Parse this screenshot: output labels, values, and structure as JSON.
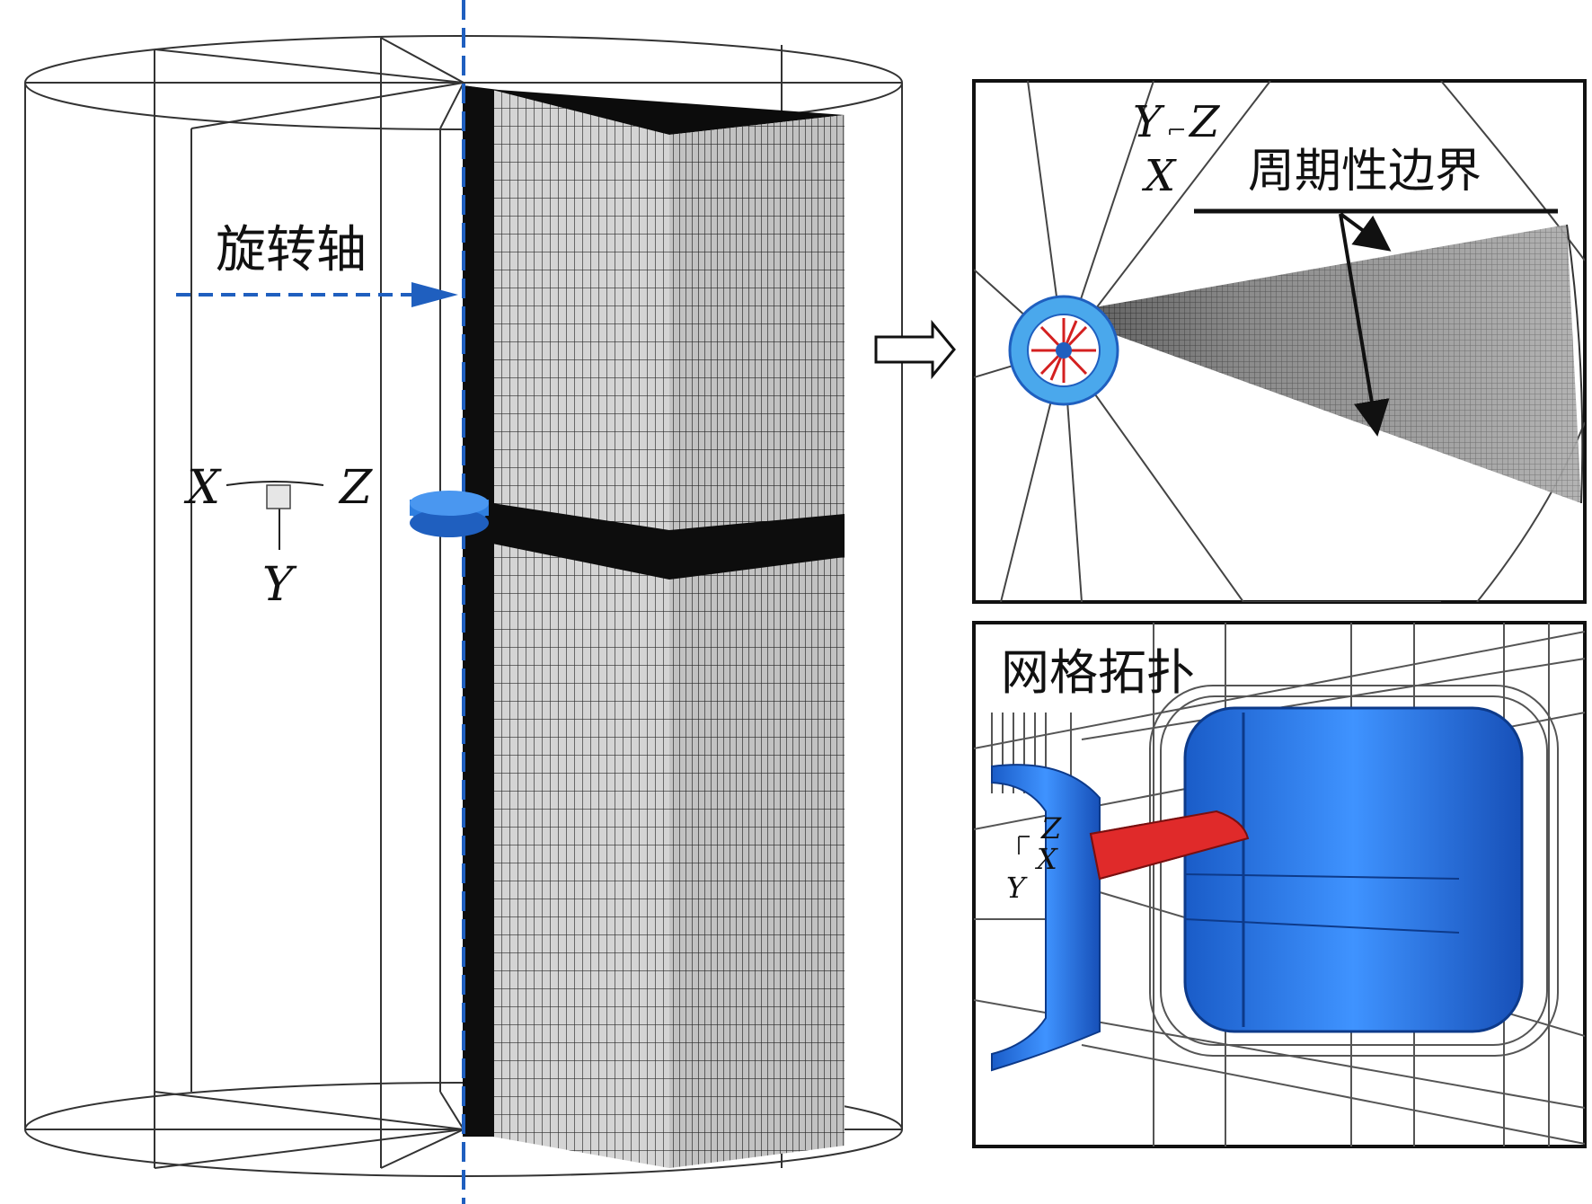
{
  "labels": {
    "rotation_axis": "旋转轴",
    "periodic_boundary": "周期性边界",
    "mesh_topology": "网格拓扑"
  },
  "axes_main": {
    "x": "X",
    "z": "Z",
    "y": "Y"
  },
  "axes_top_right": {
    "y": "Y",
    "z": "Z",
    "x": "X"
  },
  "axes_bottom_right": {
    "z": "Z",
    "x": "X",
    "y": "Y"
  },
  "colors": {
    "axis_blue": "#1f5fbf",
    "part_blue": "#2f7fe0",
    "part_dark_blue": "#1848a8",
    "blade_red": "#e02a2a",
    "mesh_black": "#111111",
    "wire_gray": "#555555"
  },
  "icons": [
    "right-arrow-icon",
    "mesh-grid-icon"
  ]
}
